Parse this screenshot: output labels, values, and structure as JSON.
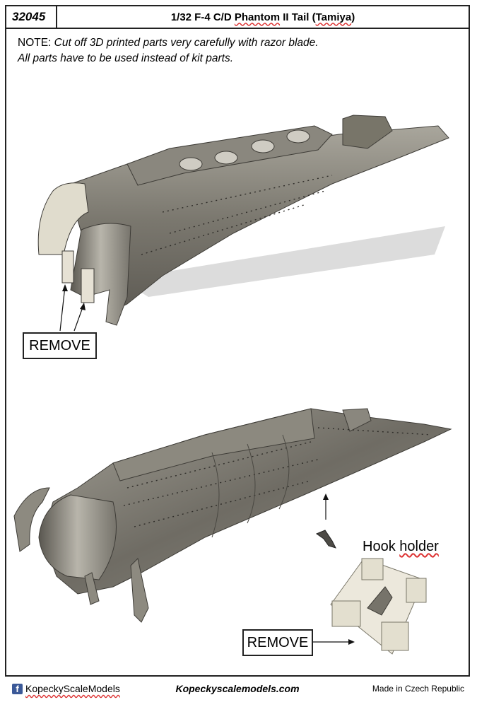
{
  "header": {
    "code": "32045",
    "title_prefix": "1/32 F-4 C/D ",
    "title_underlined": "Phantom",
    "title_middle": " II Tail (",
    "title_brand": "Tamiya",
    "title_suffix": ")"
  },
  "note": {
    "label": "NOTE: ",
    "line1": "Cut off 3D printed parts very carefully with razor blade.",
    "line2": "All parts have to be used instead of kit parts."
  },
  "figure_top": {
    "remove_label": "REMOVE"
  },
  "figure_bottom": {
    "hook_title_a": "Hook ",
    "hook_title_b": "holder",
    "remove_label": "REMOVE"
  },
  "footer": {
    "facebook_icon_glyph": "f",
    "facebook_name": "KopeckyScaleModels",
    "website": "Kopeckyscalemodels.com",
    "made_in": "Made in Czech Republic"
  },
  "colors": {
    "part_dark": "#6d6a62",
    "part_mid": "#8d8a80",
    "part_light": "#b5b2a8",
    "shadow": "#d9d9d9",
    "support": "#e6e1d4"
  }
}
